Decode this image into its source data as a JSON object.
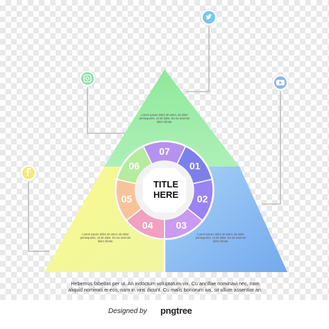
{
  "diagram": {
    "center_title_line1": "TITLE",
    "center_title_line2": "HERE",
    "segments": [
      "07",
      "01",
      "02",
      "03",
      "04",
      "05",
      "06"
    ],
    "colors": {
      "top_green": "#8ee89a",
      "left_yellow": "#f6f78c",
      "right_blue": "#83b7f2",
      "line": "#bdbdbd"
    },
    "segment_colors": [
      "#b692f0",
      "#7c80ea",
      "#9a83f2",
      "#c99bf2",
      "#f0a0c0",
      "#f7c49a",
      "#b6ec9f"
    ],
    "placeholder_top": "Lorem ipsum dolor sit amet, sit dolor persequeris. Ut sit dolor. Ex ea invenire dolor dictas.",
    "placeholder_left": "Lorem ipsum dolor sit amet, sit dolor persequeris. Ut sit dolor. Ex ea invenire dolor dictas.",
    "placeholder_right": "Lorem ipsum dolor sit amet, sit dolor persequeris. Ut sit dolor. Ex ea invenire dolor dictas.",
    "icons": [
      {
        "name": "twitter-icon",
        "color": "#74c7f0"
      },
      {
        "name": "instagram-icon",
        "color": "#8ee3a8"
      },
      {
        "name": "youtube-icon",
        "color": "#8cb8ec"
      },
      {
        "name": "facebook-icon",
        "color": "#f2eb7a"
      }
    ]
  },
  "caption": "Hebemus fabellas per ut. An indoctum voluptatum vix. Cu ancillae nominavi nec, nam aliquid nominati ei eos, nam in viris dicunt. Cu malis bonorum ius, sit ullum assentior an.",
  "footer": {
    "designed_by": "Designed by",
    "brand": "pngtree"
  }
}
